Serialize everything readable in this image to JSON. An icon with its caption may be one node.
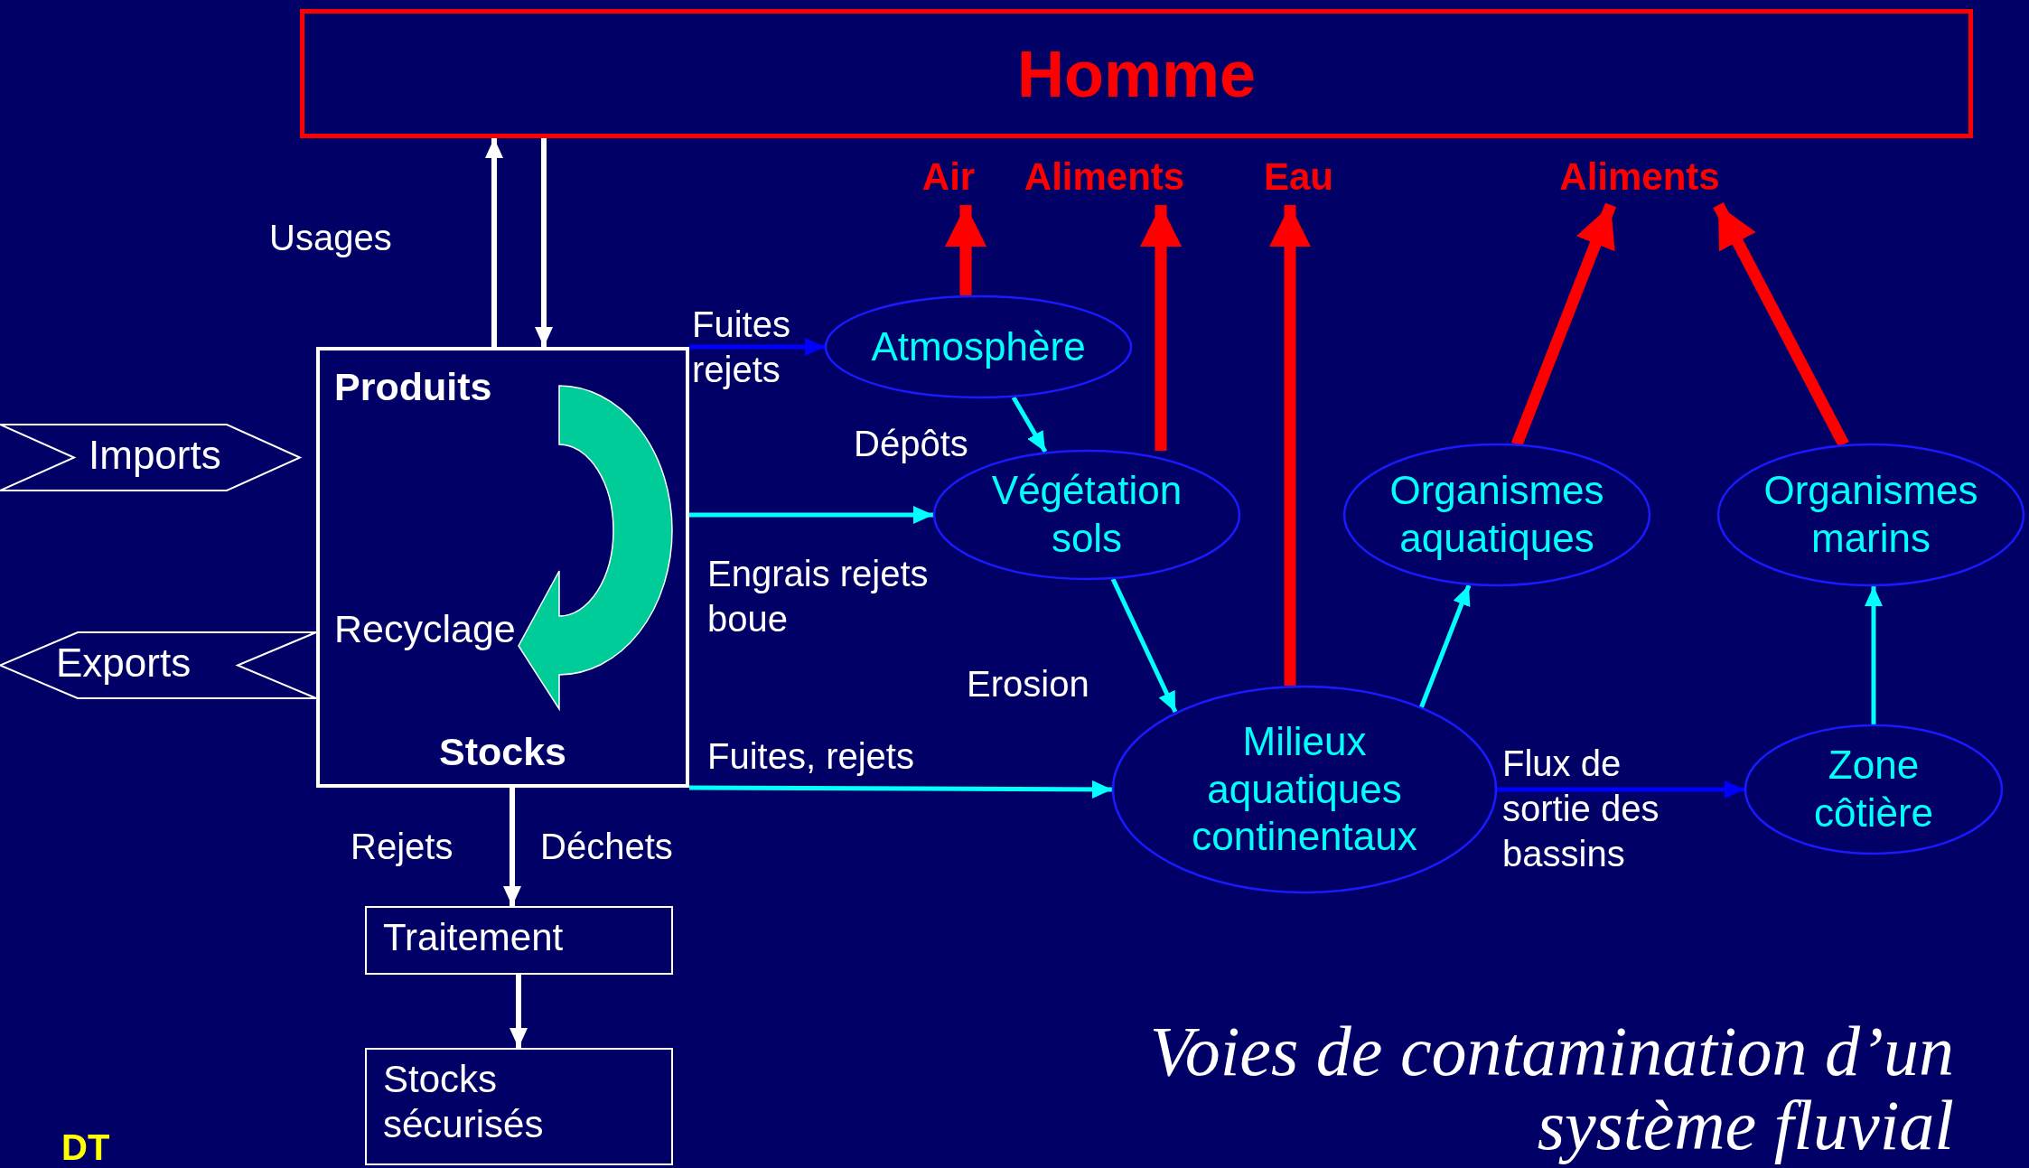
{
  "diagram": {
    "title": "Voies de contamination d’un système fluvial",
    "nodes": [
      {
        "text": [
          "Homme"
        ]
      },
      {
        "text": [
          "Air"
        ]
      },
      {
        "text": [
          "Aliments"
        ]
      },
      {
        "text": [
          "Eau"
        ]
      },
      {
        "text": [
          "Aliments"
        ]
      },
      {
        "text": [
          "Produits",
          "Recyclage",
          "Stocks"
        ]
      },
      {
        "text": [
          "Imports"
        ]
      },
      {
        "text": [
          "Exports"
        ]
      },
      {
        "text": [
          "Atmosphère"
        ]
      },
      {
        "text": [
          "Végétation sols"
        ]
      },
      {
        "text": [
          "Organismes aquatiques"
        ]
      },
      {
        "text": [
          "Organismes marins"
        ]
      },
      {
        "text": [
          "Milieux aquatiques continentaux"
        ]
      },
      {
        "text": [
          "Zone côtière"
        ]
      },
      {
        "text": [
          "Traitement"
        ]
      },
      {
        "text": [
          "Stocks sécurisés"
        ]
      }
    ],
    "edges": [
      {
        "from": 5,
        "to": 0,
        "arrow": "to",
        "color": "#ffffff"
      },
      {
        "from": 0,
        "to": 5,
        "arrow": "to",
        "color": "#ffffff"
      },
      {
        "from": 5,
        "to": 8,
        "arrow": "to",
        "label": "Fuites rejets",
        "color": "#0000ff"
      },
      {
        "from": 8,
        "to": 9,
        "arrow": "to",
        "label": "Dépôts"
      },
      {
        "from": 5,
        "to": 9,
        "arrow": "to",
        "label": "Engrais rejets boue"
      },
      {
        "from": 9,
        "to": 12,
        "arrow": "to",
        "label": "Erosion"
      },
      {
        "from": 5,
        "to": 12,
        "arrow": "to",
        "label": "Fuites, rejets"
      },
      {
        "from": 12,
        "to": 10,
        "arrow": "to"
      },
      {
        "from": 12,
        "to": 13,
        "arrow": "to",
        "label": "Flux de sortie des bassins",
        "color": "#0000ff"
      },
      {
        "from": 13,
        "to": 11,
        "arrow": "to"
      },
      {
        "from": 8,
        "to": 1,
        "arrow": "to",
        "style": "thick",
        "color": "#ff0000"
      },
      {
        "from": 9,
        "to": 2,
        "arrow": "to",
        "style": "thick",
        "color": "#ff0000"
      },
      {
        "from": 12,
        "to": 3,
        "arrow": "to",
        "style": "thick",
        "color": "#ff0000"
      },
      {
        "from": 10,
        "to": 4,
        "arrow": "to",
        "style": "thick",
        "color": "#ff0000"
      },
      {
        "from": 11,
        "to": 4,
        "arrow": "to",
        "style": "thick",
        "color": "#ff0000"
      },
      {
        "from": 5,
        "to": 14,
        "arrow": "to",
        "color": "#ffffff"
      },
      {
        "from": 14,
        "to": 15,
        "arrow": "to",
        "color": "#ffffff"
      }
    ],
    "labels": [
      "Usages",
      "Rejets",
      "Déchets",
      "DT"
    ]
  }
}
